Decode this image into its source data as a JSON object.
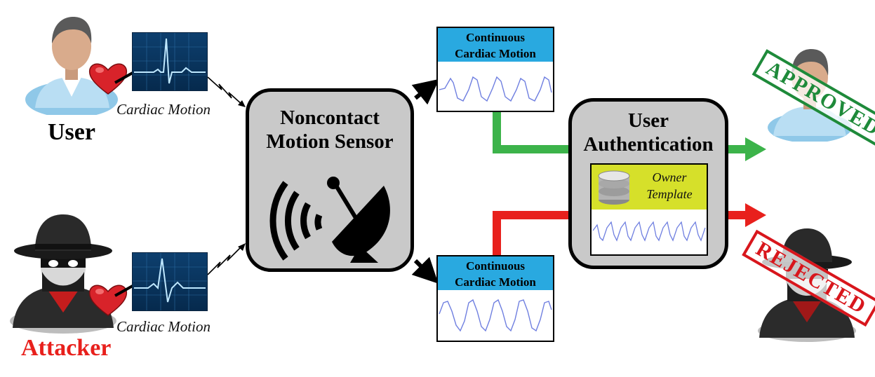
{
  "user": {
    "label": "User",
    "caption": "Cardiac Motion"
  },
  "attacker": {
    "label": "Attacker",
    "caption": "Cardiac Motion"
  },
  "sensor": {
    "title_line1": "Noncontact",
    "title_line2": "Motion Sensor"
  },
  "signal_top": {
    "title_line1": "Continuous",
    "title_line2": "Cardiac Motion"
  },
  "signal_bottom": {
    "title_line1": "Continuous",
    "title_line2": "Cardiac Motion"
  },
  "auth": {
    "title_line1": "User",
    "title_line2": "Authentication",
    "template_line1": "Owner",
    "template_line2": "Template"
  },
  "results": {
    "approved": "APPROVED",
    "rejected": "REJECTED"
  },
  "colors": {
    "approve_arrow": "#3cb34a",
    "reject_arrow": "#e8201c",
    "signal_header": "#29a9e0",
    "template_header": "#d6e02a",
    "box_fill": "#c9c9c9"
  }
}
